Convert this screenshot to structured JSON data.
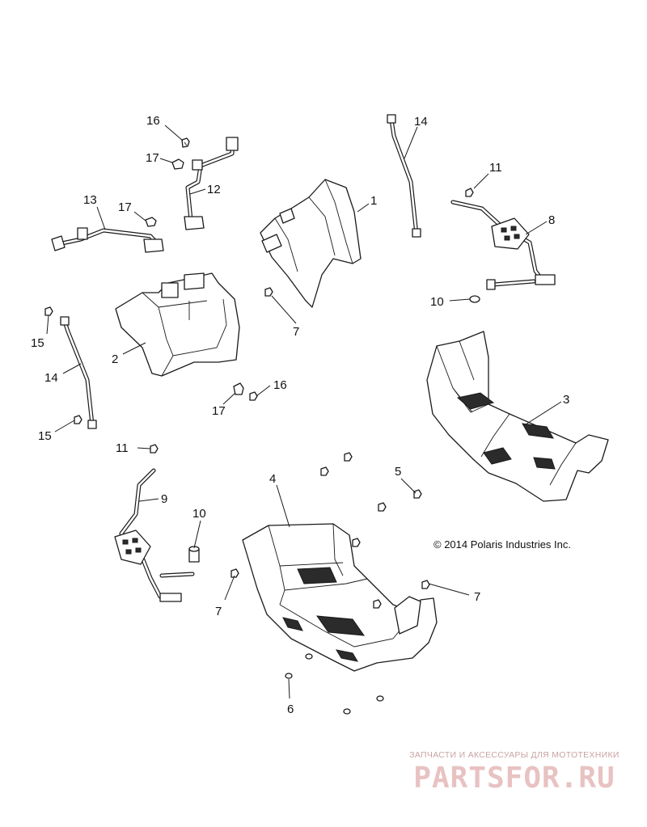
{
  "diagram": {
    "callouts": {
      "c1": "1",
      "c2": "2",
      "c3": "3",
      "c4": "4",
      "c5": "5",
      "c6": "6",
      "c7a": "7",
      "c7b": "7",
      "c7c": "7",
      "c8": "8",
      "c9": "9",
      "c10a": "10",
      "c10b": "10",
      "c11a": "11",
      "c11b": "11",
      "c12": "12",
      "c13": "13",
      "c14a": "14",
      "c14b": "14",
      "c15a": "15",
      "c15b": "15",
      "c16a": "16",
      "c16b": "16",
      "c17a": "17",
      "c17b": "17",
      "c17c": "17"
    },
    "copyright": "© 2014 Polaris Industries Inc."
  },
  "watermark": {
    "tagline": "ЗАПЧАСТИ И АКСЕССУАРЫ ДЛЯ МОТОТЕХНИКИ",
    "logo": "PARTSFOR.RU"
  }
}
